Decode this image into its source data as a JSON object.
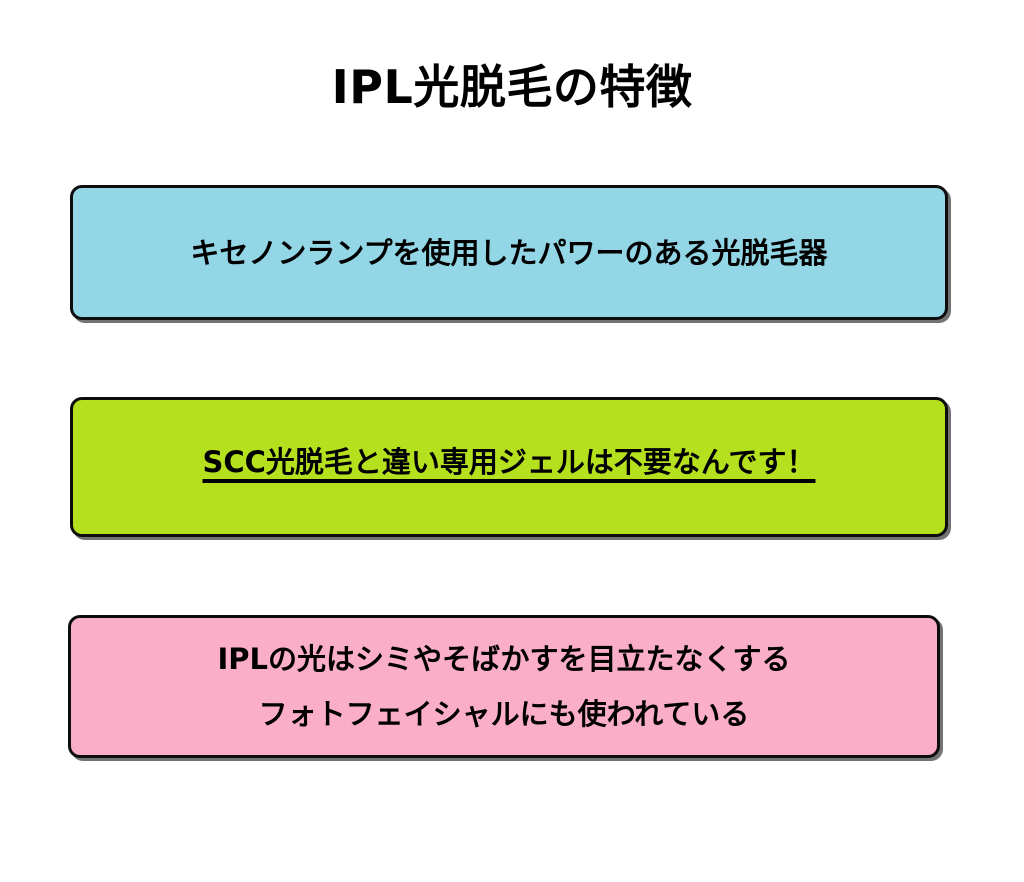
{
  "slide": {
    "title": "IPL光脱毛の特徴",
    "background_color": "#FFFFFF",
    "text_color": "#000000",
    "border_color": "#0D0D0D"
  },
  "callouts": [
    {
      "id": "blue",
      "fill_color": "#93D6E6",
      "underline": false,
      "lines": [
        "キセノンランプを使用したパワーのある光脱毛器"
      ]
    },
    {
      "id": "green",
      "fill_color": "#B5E01E",
      "underline": true,
      "lines": [
        "SCC光脱毛と違い専用ジェルは不要なんです！"
      ]
    },
    {
      "id": "pink",
      "fill_color": "#FBAEC8",
      "underline": false,
      "lines": [
        "IPLの光はシミやそばかすを目立たなくする",
        "フォトフェイシャルにも使われている"
      ]
    }
  ]
}
